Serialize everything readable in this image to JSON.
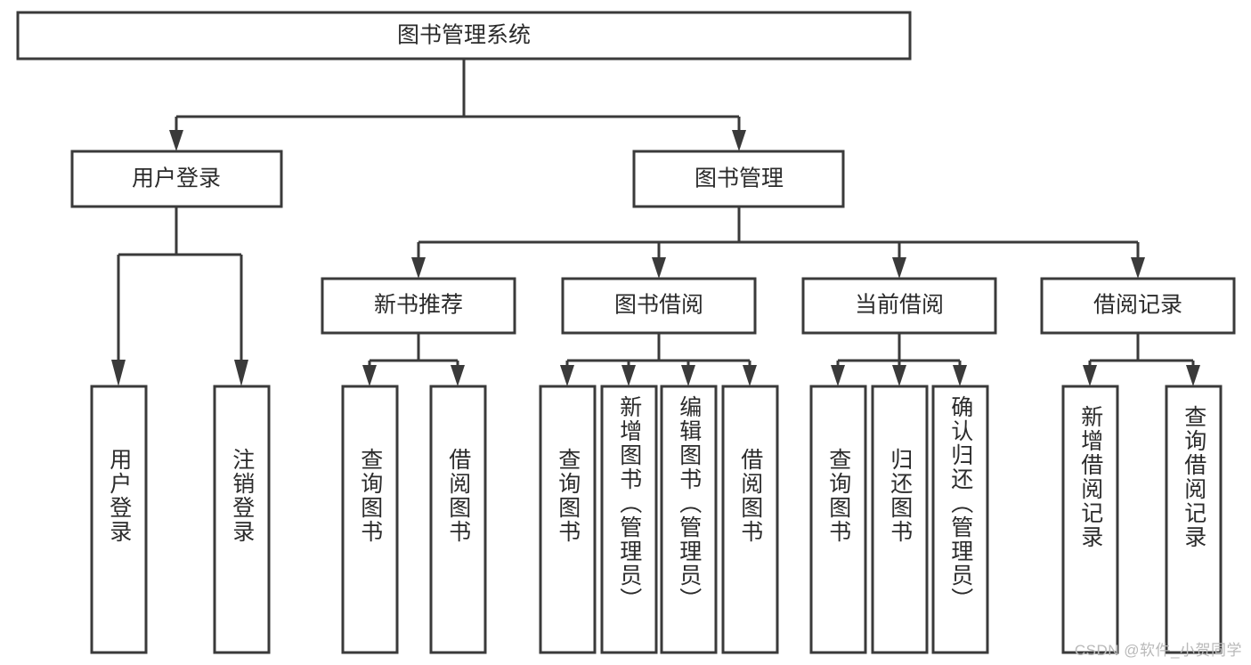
{
  "diagram": {
    "title": "图书管理系统",
    "type": "hierarchy-tree",
    "root": {
      "label": "图书管理系统"
    },
    "level2": [
      {
        "label": "用户登录"
      },
      {
        "label": "图书管理"
      }
    ],
    "level3": [
      {
        "label": "新书推荐"
      },
      {
        "label": "图书借阅"
      },
      {
        "label": "当前借阅"
      },
      {
        "label": "借阅记录"
      }
    ],
    "leaves": {
      "user_login": [
        {
          "label": "用户登录"
        },
        {
          "label": "注销登录"
        }
      ],
      "new_book_recommend": [
        {
          "label": "查询图书"
        },
        {
          "label": "借阅图书"
        }
      ],
      "book_borrow": [
        {
          "label": "查询图书"
        },
        {
          "label": "新增图书（管理员）"
        },
        {
          "label": "编辑图书（管理员）"
        },
        {
          "label": "借阅图书"
        }
      ],
      "current_borrow": [
        {
          "label": "查询图书"
        },
        {
          "label": "归还图书"
        },
        {
          "label": "确认归还（管理员）"
        }
      ],
      "borrow_record": [
        {
          "label": "新增借阅记录"
        },
        {
          "label": "查询借阅记录"
        }
      ]
    },
    "colors": {
      "box_stroke": "#3a3a3a",
      "box_fill": "#ffffff",
      "text": "#2b2b2b",
      "edge": "#3a3a3a",
      "watermark": "#b9b9b9"
    }
  },
  "watermark": {
    "text": "CSDN @软件_小贺同学"
  }
}
